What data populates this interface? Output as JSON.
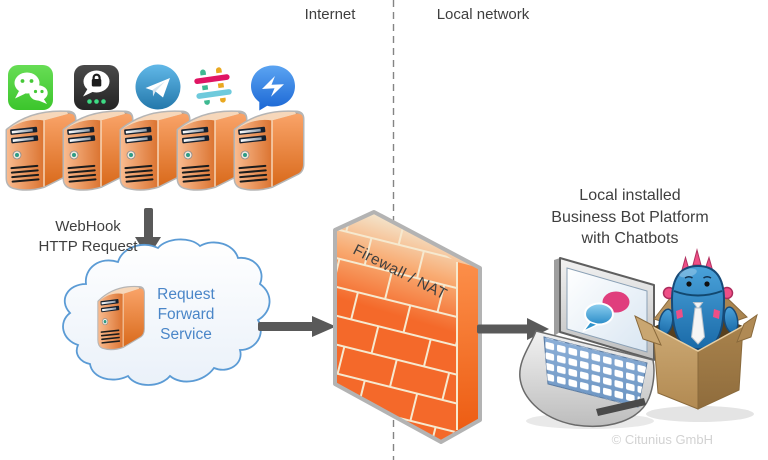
{
  "zones": {
    "internet": "Internet",
    "local_network": "Local network"
  },
  "webhook_label": {
    "line1": "WebHook",
    "line2": "HTTP Request"
  },
  "cloud_label": {
    "line1": "Request",
    "line2": "Forward",
    "line3": "Service"
  },
  "firewall_label": "Firewall / NAT",
  "platform_label": {
    "line1": "Local installed",
    "line2": "Business Bot Platform",
    "line3": "with Chatbots"
  },
  "copyright": "© Citunius GmbH",
  "icons": [
    "wechat-icon",
    "threema-icon",
    "telegram-icon",
    "slack-icon",
    "facebook-messenger-icon"
  ],
  "colors": {
    "server_orange": "#e07a32",
    "firewall_orange": "#f4692a",
    "firewall_top_beige": "#f3edd9",
    "cloud_stroke": "#5b9bd5",
    "cloud_text_blue": "#4a86c8",
    "arrow_gray": "#595959",
    "divider_gray": "#848484",
    "label_gray": "#3f3f3f",
    "copyright_gray": "#d2d2d2",
    "box_tan": "#c9a671",
    "robot_blue": "#2f89c4",
    "robot_pink": "#ef4f86"
  }
}
